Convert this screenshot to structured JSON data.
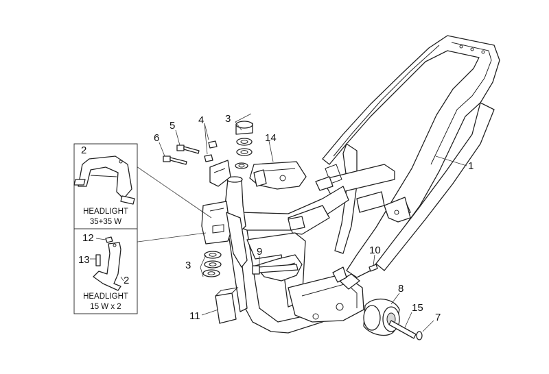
{
  "callouts": {
    "c1": "1",
    "c2a": "2",
    "c2b": "2",
    "c3a": "3",
    "c3b": "3",
    "c4": "4",
    "c5": "5",
    "c6": "6",
    "c7": "7",
    "c8": "8",
    "c9": "9",
    "c10": "10",
    "c11": "11",
    "c12": "12",
    "c13": "13",
    "c14": "14",
    "c15": "15"
  },
  "inset_top": {
    "line1": "HEADLIGHT",
    "line2": "35+35 W"
  },
  "inset_bottom": {
    "line1": "HEADLIGHT",
    "line2": "15 W x 2"
  }
}
